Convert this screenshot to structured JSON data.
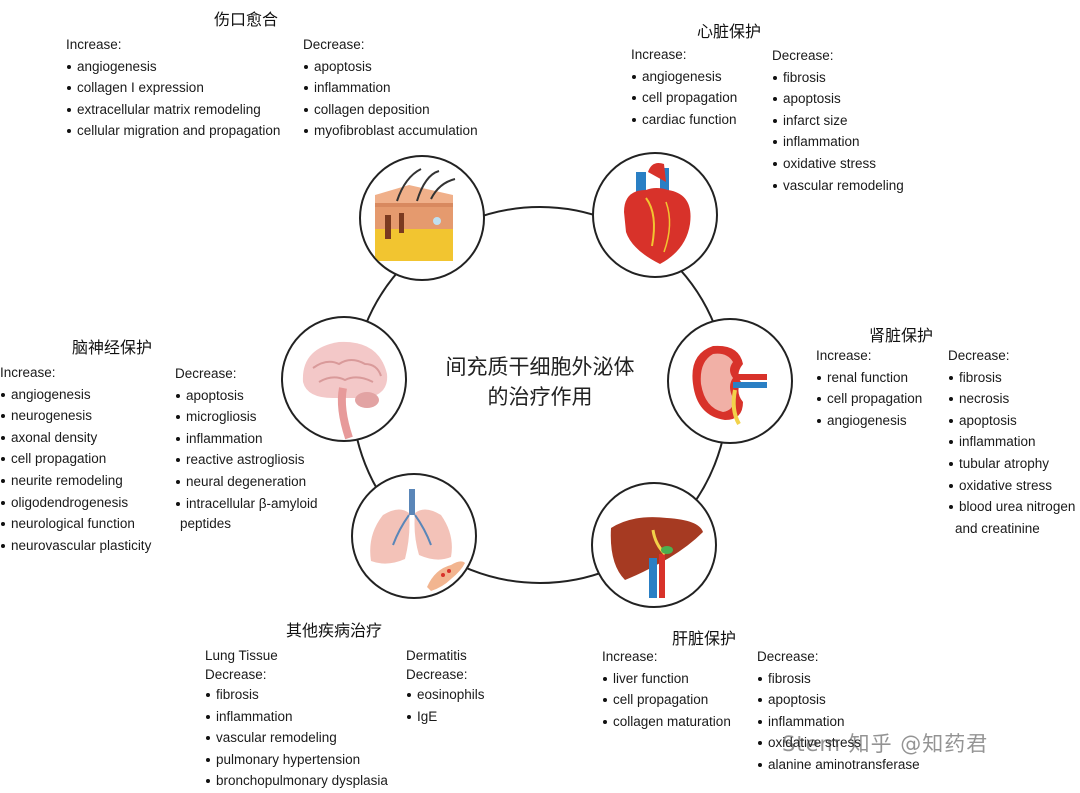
{
  "center": {
    "line1": "间充质干细胞外泌体",
    "line2": "的治疗作用"
  },
  "sections": {
    "wound": {
      "title": "伤口愈合",
      "increase_label": "Increase:",
      "increase": [
        "angiogenesis",
        "collagen I expression",
        "extracellular matrix remodeling",
        "cellular migration and propagation"
      ],
      "decrease_label": "Decrease:",
      "decrease": [
        "apoptosis",
        "inflammation",
        "collagen deposition",
        "myofibroblast accumulation"
      ],
      "icon": "skin-icon"
    },
    "heart": {
      "title": "心脏保护",
      "increase_label": "Increase:",
      "increase": [
        "angiogenesis",
        "cell propagation",
        "cardiac function"
      ],
      "decrease_label": "Decrease:",
      "decrease": [
        "fibrosis",
        "apoptosis",
        "infarct size",
        "inflammation",
        "oxidative stress",
        "vascular remodeling"
      ],
      "icon": "heart-icon"
    },
    "kidney": {
      "title": "肾脏保护",
      "increase_label": "Increase:",
      "increase": [
        "renal function",
        "cell propagation",
        "angiogenesis"
      ],
      "decrease_label": "Decrease:",
      "decrease": [
        "fibrosis",
        "necrosis",
        "apoptosis",
        "inflammation",
        "tubular atrophy",
        "oxidative stress",
        "blood urea nitrogen"
      ],
      "decrease_cont": "and creatinine",
      "icon": "kidney-icon"
    },
    "liver": {
      "title": "肝脏保护",
      "increase_label": "Increase:",
      "increase": [
        "liver function",
        "cell propagation",
        "collagen maturation"
      ],
      "decrease_label": "Decrease:",
      "decrease": [
        "fibrosis",
        "apoptosis",
        "inflammation",
        "oxidative stress",
        "alanine aminotransferase"
      ],
      "icon": "liver-icon"
    },
    "other": {
      "title": "其他疾病治疗",
      "lung_label": "Lung Tissue",
      "lung_decrease_label": "Decrease:",
      "lung_decrease": [
        "fibrosis",
        "inflammation",
        "vascular remodeling",
        "pulmonary hypertension",
        "bronchopulmonary dysplasia"
      ],
      "derm_label": "Dermatitis",
      "derm_decrease_label": "Decrease:",
      "derm_decrease": [
        "eosinophils",
        "IgE"
      ],
      "icon": "lungs-hand-icon"
    },
    "brain": {
      "title": "脑神经保护",
      "increase_label": "Increase:",
      "increase": [
        "angiogenesis",
        "neurogenesis",
        "axonal density",
        "cell propagation",
        "neurite remodeling",
        "oligodendrogenesis",
        "neurological function",
        "neurovascular plasticity"
      ],
      "decrease_label": "Decrease:",
      "decrease": [
        "apoptosis",
        "microgliosis",
        "inflammation",
        "reactive astrogliosis",
        "neural degeneration",
        "intracellular β-amyloid"
      ],
      "decrease_cont": "peptides",
      "icon": "brain-icon"
    }
  },
  "watermark": "Stem 知乎 @知药君",
  "colors": {
    "ring": "#222222",
    "text": "#1a1a1a",
    "organ_red": "#d8322a",
    "vein_blue": "#2a7fc4"
  }
}
